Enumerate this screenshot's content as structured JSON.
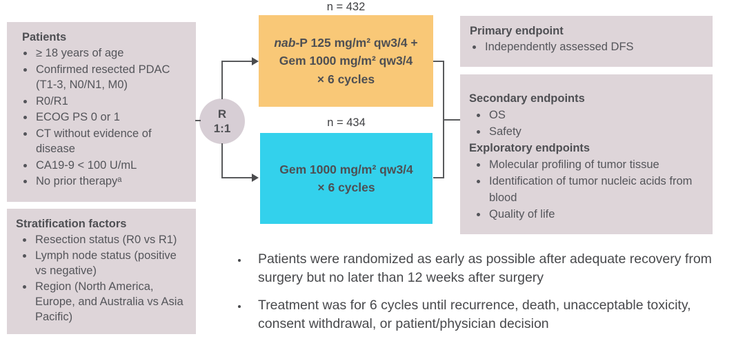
{
  "patients": {
    "title": "Patients",
    "items": [
      "≥ 18 years of age",
      "Confirmed resected PDAC (T1-3, N0/N1, M0)",
      "R0/R1",
      "ECOG PS 0 or 1",
      "CT without evidence of disease",
      "CA19-9 < 100 U/mL",
      "No prior therapyᵃ"
    ]
  },
  "stratification": {
    "title": "Stratification factors",
    "items": [
      "Resection status (R0 vs R1)",
      "Lymph node status (positive vs negative)",
      "Region (North America, Europe, and Australia vs Asia Pacific)"
    ]
  },
  "randomization": {
    "letter": "R",
    "ratio": "1:1"
  },
  "arm1": {
    "n_label": "n = 432",
    "drug_italic": "nab",
    "line1_rest": "-P 125 mg/m² qw3/4 +",
    "line2": "Gem 1000 mg/m² qw3/4",
    "line3": "× 6 cycles"
  },
  "arm2": {
    "n_label": "n = 434",
    "line1": "Gem 1000 mg/m² qw3/4",
    "line2": "× 6 cycles"
  },
  "primary": {
    "title": "Primary endpoint",
    "items": [
      "Independently assessed DFS"
    ]
  },
  "secondary": {
    "title": "Secondary endpoints",
    "items": [
      "OS",
      "Safety"
    ],
    "exploratory_title": "Exploratory endpoints",
    "exploratory_items": [
      "Molecular profiling of tumor tissue",
      "Identification of tumor nucleic acids from blood",
      "Quality of life"
    ]
  },
  "notes": [
    "Patients were randomized as early as possible after adequate recovery from surgery but no later than 12 weeks after surgery",
    "Treatment was for 6 cycles until recurrence, death, unacceptable toxicity, consent withdrawal, or patient/physician decision"
  ],
  "colors": {
    "panel_pink": "#ded5d9",
    "circle_pink": "#d7ced5",
    "arm1_orange": "#f9c877",
    "arm2_cyan": "#33d1ec",
    "text_dark": "#55565a",
    "connector": "#58595b"
  }
}
